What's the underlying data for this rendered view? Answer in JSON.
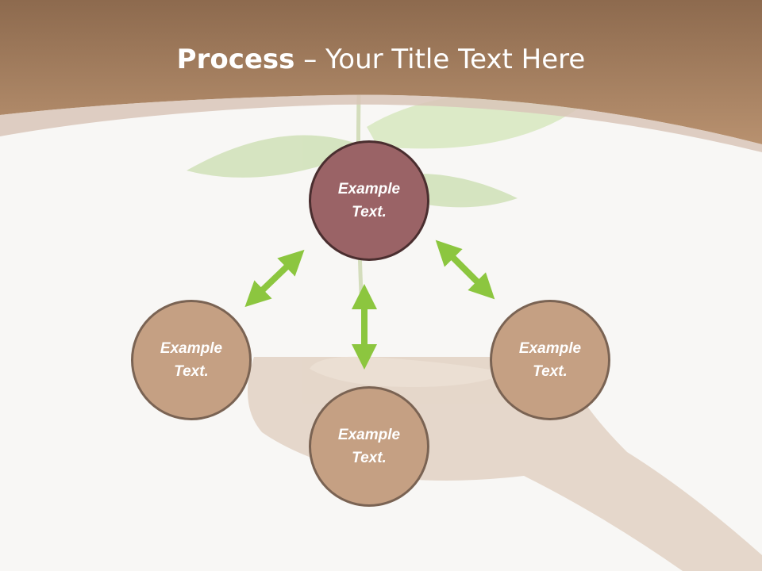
{
  "title": {
    "bold_part": "Process",
    "separator": " – ",
    "rest": "Your Title Text Here"
  },
  "nodes": {
    "top": "Example Text.",
    "left": "Example Text.",
    "right": "Example Text.",
    "bottom": "Example Text."
  },
  "colors": {
    "header_brown": "#a37a5c",
    "node_center": "#9a6366",
    "node_outer": "#c5a083",
    "arrow_green": "#8cc63f"
  }
}
